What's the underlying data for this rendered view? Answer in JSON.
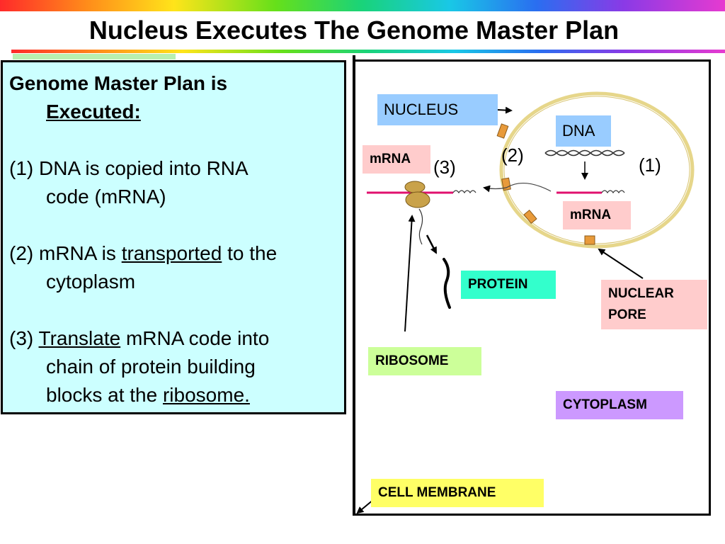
{
  "title": "Nucleus Executes The Genome Master Plan",
  "text_panel": {
    "heading_line1": "Genome Master Plan is",
    "heading_line2": "Executed:",
    "step1_line1": "(1) DNA is copied into RNA",
    "step1_line2": "code (mRNA)",
    "step2_prefix": "(2) mRNA is ",
    "step2_link": "transported",
    "step2_suffix": " to the",
    "step2_line2": "cytoplasm",
    "step3_prefix": "(3) ",
    "step3_link": "Translate",
    "step3_suffix": " mRNA code into",
    "step3_line2": "chain of protein building",
    "step3_line3_prefix": "blocks at the ",
    "step3_line3_link": "ribosome."
  },
  "diagram": {
    "labels": {
      "nucleus": "NUCLEUS",
      "dna": "DNA",
      "mrna_left": "mRNA",
      "mrna_right": "mRNA",
      "protein": "PROTEIN",
      "nuclear_pore": "NUCLEAR PORE",
      "ribosome": "RIBOSOME",
      "cytoplasm": "CYTOPLASM",
      "cell_membrane": "CELL MEMBRANE"
    },
    "steps": {
      "one": "(1)",
      "two": "(2)",
      "three": "(3)"
    }
  },
  "colors": {
    "text_panel_bg": "#ccffff",
    "nucleus_label_bg": "#99ccff",
    "mrna_label_bg": "#ffcccc",
    "protein_label_bg": "#33ffcc",
    "ribosome_label_bg": "#ccff99",
    "cytoplasm_label_bg": "#cc99ff",
    "membrane_label_bg": "#ffff66",
    "nuclear_envelope": "#e6d68a",
    "mrna_strand": "#e0106e"
  }
}
